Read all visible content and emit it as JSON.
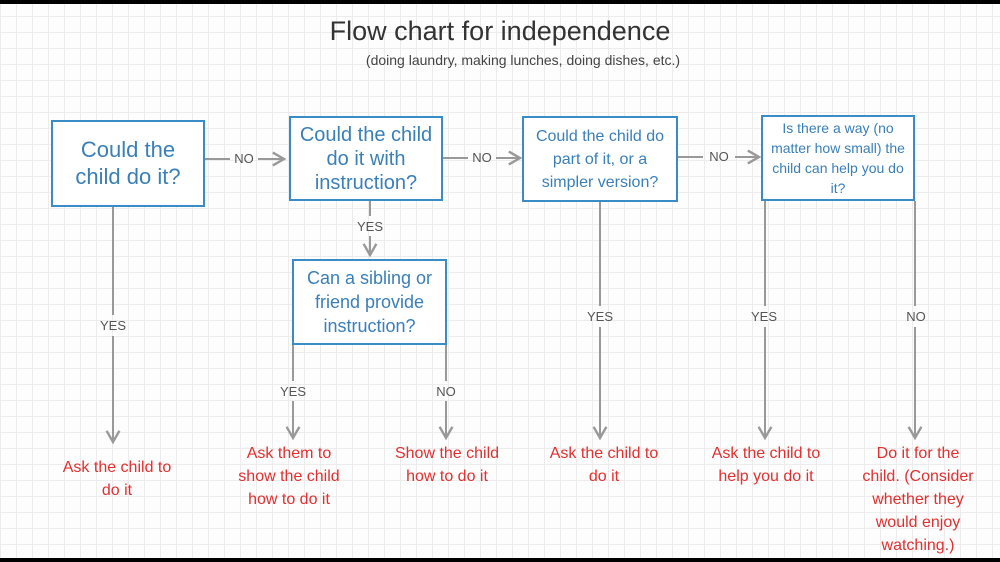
{
  "title": "Flow chart for independence",
  "subtitle": "(doing laundry, making lunches, doing dishes, etc.)",
  "boxes": {
    "q1": "Could the child do it?",
    "q2": "Could the child do it with instruction?",
    "q3": "Could the child do part of it, or a simpler version?",
    "q4": "Is there a way (no matter how small) the child can help you do it?",
    "q5": "Can a sibling or friend provide instruction?"
  },
  "labels": {
    "no": "NO",
    "yes": "YES"
  },
  "outcomes": {
    "o1": "Ask the child to do it",
    "o2": "Ask them to show the child how to do it",
    "o3": "Show the child how to do it",
    "o4": "Ask the child to do it",
    "o5": "Ask the child to help you do it",
    "o6": "Do it for the child. (Consider whether they would enjoy watching.)"
  },
  "colors": {
    "box_border": "#3a8cc7",
    "box_text": "#3a7fb8",
    "outcome_text": "#e03030",
    "connector": "#999999"
  }
}
